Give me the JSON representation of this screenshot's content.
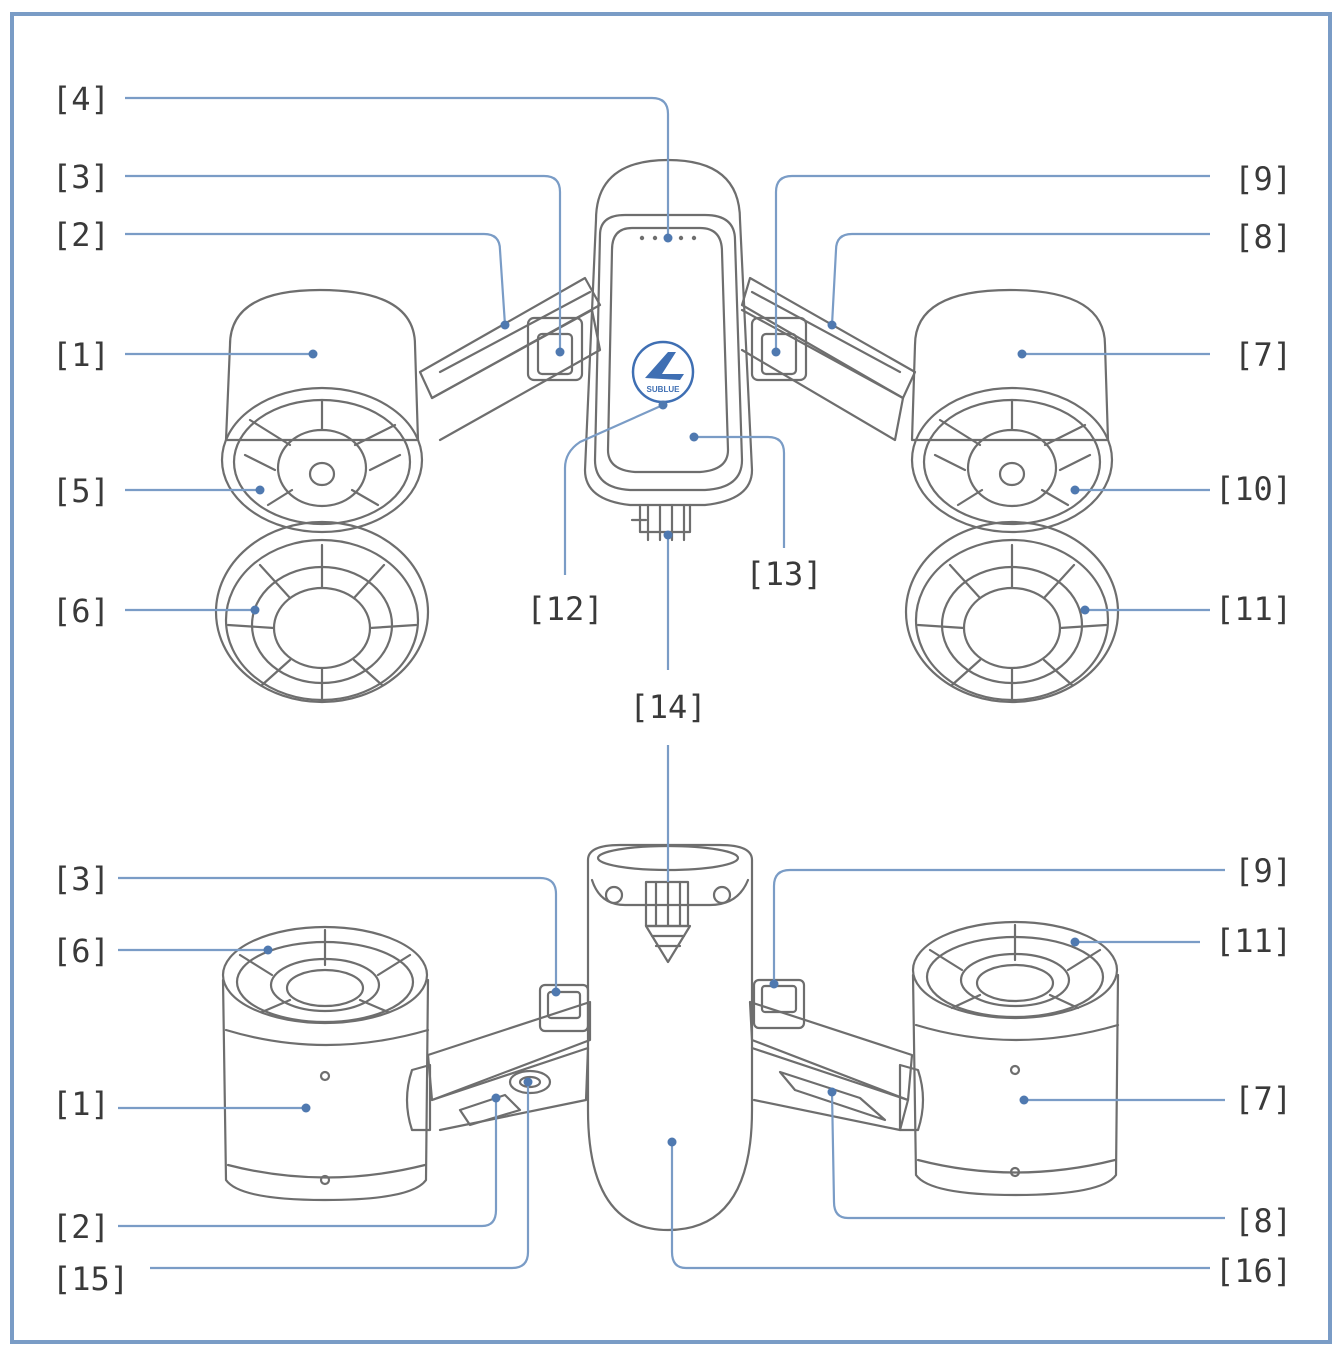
{
  "colors": {
    "frame": "#7a9cc6",
    "leader": "#7a9cc6",
    "dot": "#4f79b0",
    "drawing": "#6e6e6e",
    "label": "#3a3a3a",
    "logo": "#3f6fb3"
  },
  "logo_text": "SUBLUE",
  "callouts_top": [
    "[4]",
    "[3]",
    "[2]",
    "[1]",
    "[5]",
    "[6]",
    "[9]",
    "[8]",
    "[7]",
    "[10]",
    "[11]",
    "[12]",
    "[13]",
    "[14]"
  ],
  "callouts_bottom": [
    "[3]",
    "[6]",
    "[1]",
    "[2]",
    "[15]",
    "[9]",
    "[11]",
    "[7]",
    "[8]",
    "[16]"
  ]
}
